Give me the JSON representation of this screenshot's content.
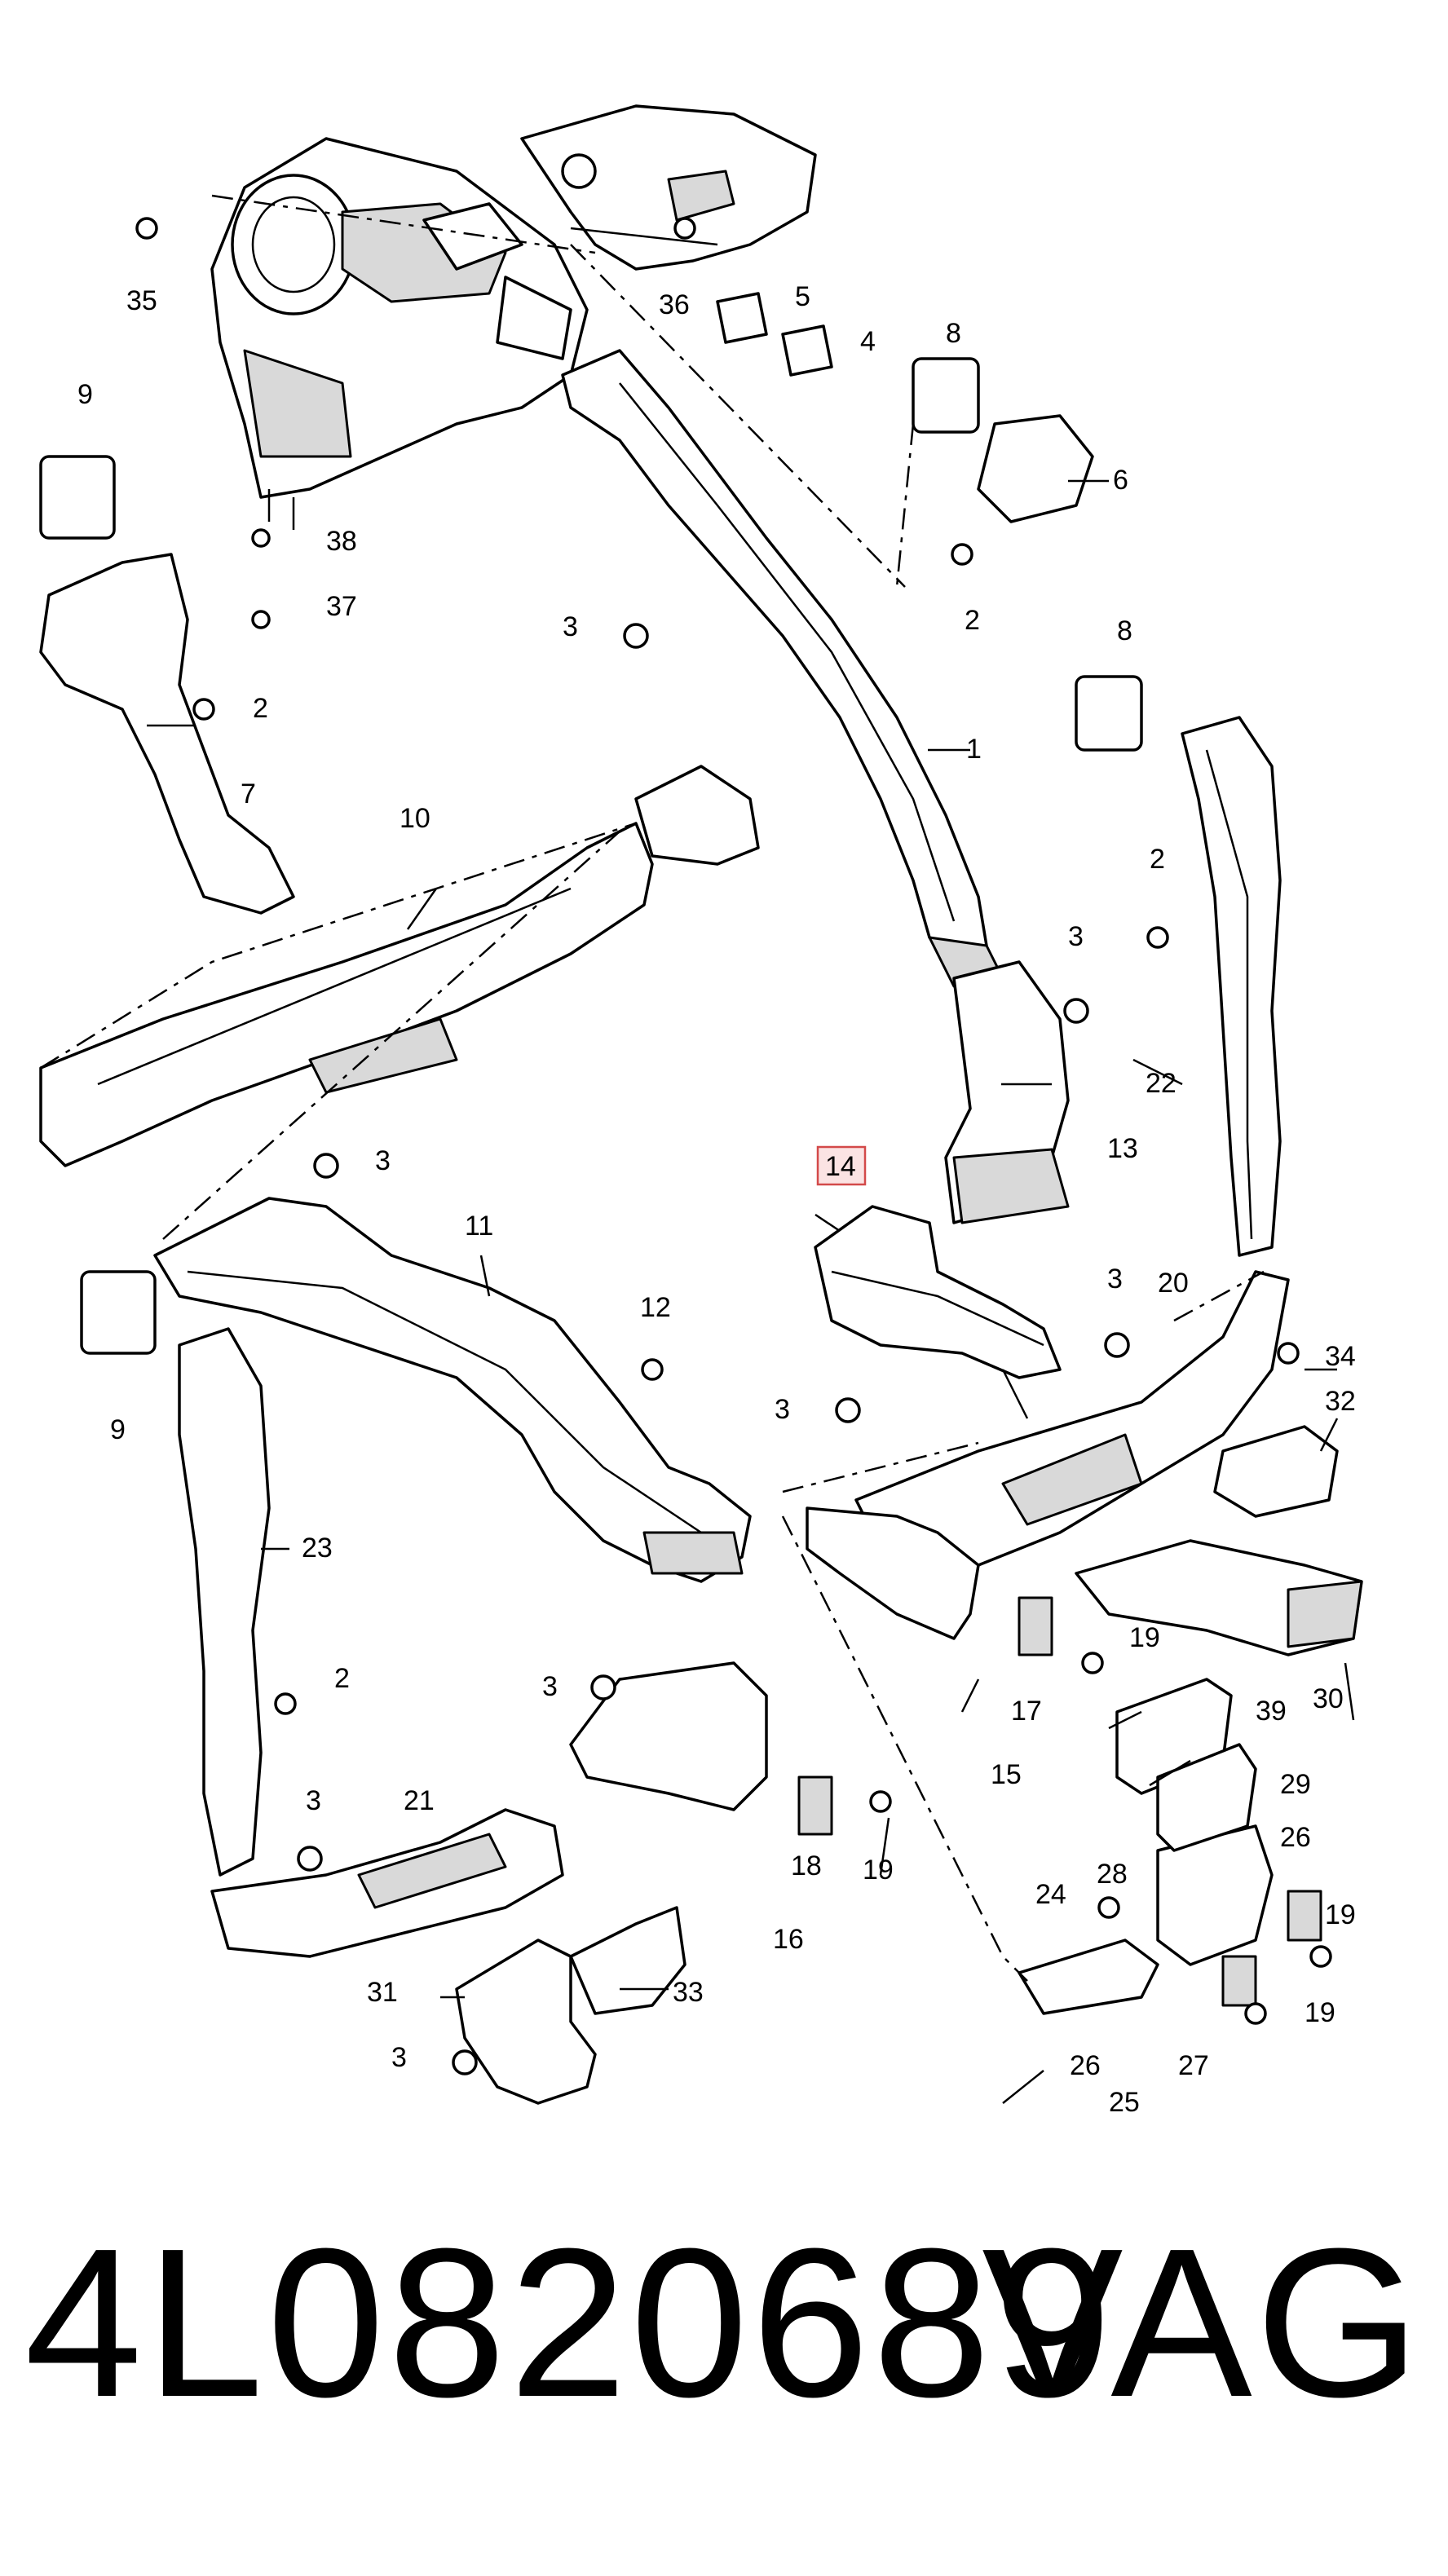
{
  "diagram": {
    "highlighted_callout": "14",
    "callouts": [
      "1",
      "2",
      "3",
      "4",
      "5",
      "6",
      "7",
      "8",
      "9",
      "10",
      "11",
      "12",
      "13",
      "14",
      "15",
      "16",
      "17",
      "18",
      "19",
      "20",
      "21",
      "22",
      "23",
      "24",
      "25",
      "26",
      "27",
      "28",
      "29",
      "30",
      "31",
      "32",
      "33",
      "34",
      "35",
      "36",
      "37",
      "38",
      "39"
    ],
    "highlight_color": "#d34a4a"
  },
  "footer": {
    "part_number": "4L0820689",
    "brand": "VAG"
  }
}
